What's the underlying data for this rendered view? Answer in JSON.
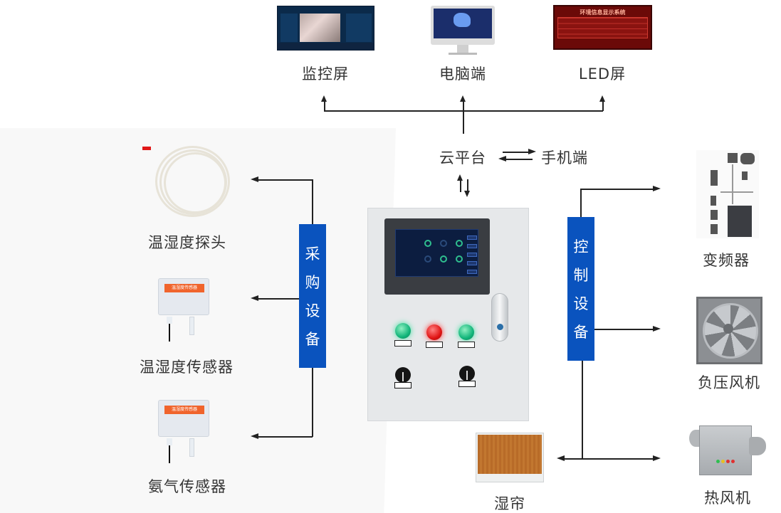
{
  "top_outputs": [
    {
      "label": "监控屏",
      "icon": "monitor-screen-icon"
    },
    {
      "label": "电脑端",
      "icon": "desktop-computer-icon"
    },
    {
      "label": "LED屏",
      "icon": "led-display-icon"
    }
  ],
  "led_display": {
    "title": "环境信息显示系统"
  },
  "cloud": {
    "label": "云平台",
    "mobile_label": "手机端"
  },
  "acquisition": {
    "group_label": [
      "采",
      "购",
      "设",
      "备"
    ],
    "devices": [
      {
        "label": "温湿度探头",
        "icon": "temp-humidity-probe-icon"
      },
      {
        "label": "温湿度传感器",
        "icon": "temp-humidity-sensor-icon",
        "plate_text": "温湿度传感器"
      },
      {
        "label": "氨气传感器",
        "icon": "ammonia-sensor-icon",
        "plate_text": "温湿度传感器"
      }
    ]
  },
  "control": {
    "group_label": [
      "控",
      "制",
      "设",
      "备"
    ],
    "devices": [
      {
        "label": "变频器",
        "icon": "frequency-inverter-icon"
      },
      {
        "label": "负压风机",
        "icon": "exhaust-fan-icon"
      },
      {
        "label": "热风机",
        "icon": "hot-air-heater-icon"
      },
      {
        "label": "湿帘",
        "icon": "wet-curtain-icon"
      }
    ]
  },
  "cabinet": {
    "indicator_lamps": [
      {
        "color": "#1fd08c",
        "state": "on"
      },
      {
        "color": "#e81b1b",
        "state": "on"
      },
      {
        "color": "#1fd08c",
        "state": "on"
      }
    ],
    "selector_switches": 2
  },
  "colors": {
    "accent_blue": "#0a53be",
    "line": "#222222",
    "text": "#333333"
  }
}
